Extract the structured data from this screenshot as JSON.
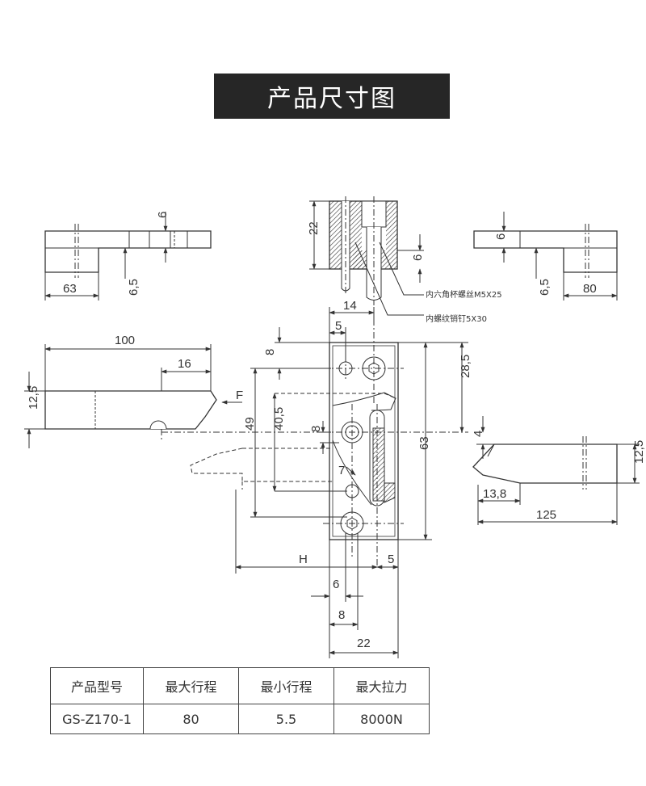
{
  "title": "产品尺寸图",
  "dimensions": {
    "d6_top_left": "6",
    "d63": "63",
    "d6_5_left": "6,5",
    "d22_top": "22",
    "d6_mid": "6",
    "d6_top_right": "6",
    "d6_5_right": "6,5",
    "d80": "80",
    "d14": "14",
    "d5_top": "5",
    "d100": "100",
    "d16": "16",
    "d12_5_left": "12,5",
    "dF": "F",
    "d8_top": "8",
    "d28_5": "28,5",
    "d49": "49",
    "d40_5": "40,5",
    "d8_mid": "8",
    "d63_v": "63",
    "d4": "4",
    "d12_5_right": "12,5",
    "d7": "7",
    "d13_8": "13,8",
    "d125": "125",
    "dH": "H",
    "d5_bottom": "5",
    "d6_bottom": "6",
    "d8_bottom": "8",
    "d22_bottom": "22"
  },
  "callouts": {
    "screw": "内六角杯螺丝M5X25",
    "pin": "内螺纹销钉5X30"
  },
  "spec_table": {
    "headers": [
      "产品型号",
      "最大行程",
      "最小行程",
      "最大拉力"
    ],
    "row": [
      "GS-Z170-1",
      "80",
      "5.5",
      "8000N"
    ]
  }
}
